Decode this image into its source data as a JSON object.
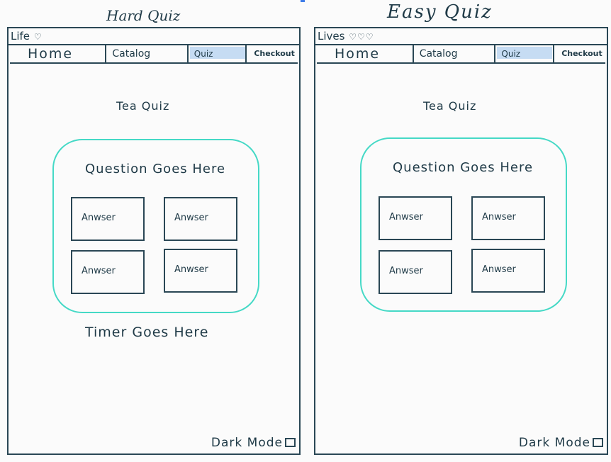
{
  "hard": {
    "title": "Hard Quiz",
    "life_label": "Life",
    "hearts": [
      "♡"
    ],
    "nav": {
      "home": "Home",
      "catalog": "Catalog",
      "quiz": "Quiz",
      "checkout": "Checkout"
    },
    "page_title": "Tea Quiz",
    "question": "Question Goes Here",
    "answers": [
      "Anwser",
      "Anwser",
      "Anwser",
      "Anwser"
    ],
    "timer": "Timer Goes Here",
    "dark_mode": "Dark Mode"
  },
  "easy": {
    "title": "Easy Quiz",
    "life_label": "Lives",
    "hearts": [
      "♡",
      "♡",
      "♡"
    ],
    "nav": {
      "home": "Home",
      "catalog": "Catalog",
      "quiz": "Quiz",
      "checkout": "Checkout"
    },
    "page_title": "Tea Quiz",
    "question": "Question Goes Here",
    "answers": [
      "Anwser",
      "Anwser",
      "Anwser",
      "Anwser"
    ],
    "dark_mode": "Dark Mode"
  },
  "colors": {
    "ink": "#1f3a47",
    "quiz_border": "#45d9c6",
    "active_tab": "#c6dcf3"
  }
}
